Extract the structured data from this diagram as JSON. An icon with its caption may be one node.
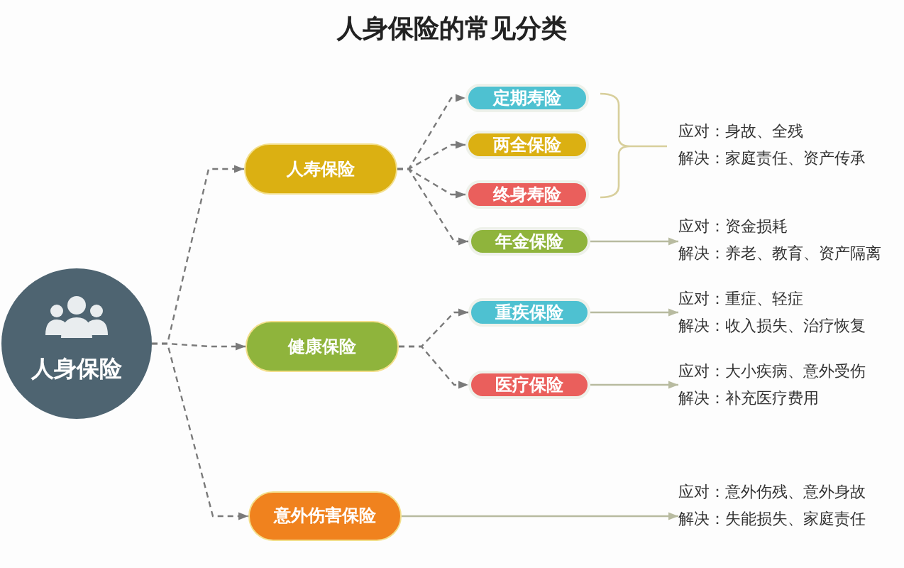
{
  "diagram": {
    "title": "人身保险的常见分类",
    "nodes": [
      {
        "text": [
          "人身保险"
        ]
      },
      {
        "text": [
          "人寿保险"
        ]
      },
      {
        "text": [
          "定期寿险"
        ]
      },
      {
        "text": [
          "两全保险"
        ]
      },
      {
        "text": [
          "终身寿险"
        ]
      },
      {
        "text": [
          "年金保险"
        ]
      },
      {
        "text": [
          "应对：资金损耗",
          "解决：养老、教育、资产隔离"
        ]
      },
      {
        "text": [
          "健康保险"
        ]
      },
      {
        "text": [
          "重疾保险"
        ]
      },
      {
        "text": [
          "应对：重症、轻症",
          "解决：收入损失、治疗恢复"
        ]
      },
      {
        "text": [
          "医疗保险"
        ]
      },
      {
        "text": [
          "应对：大小疾病、意外受伤",
          "解决：补充医疗费用"
        ]
      },
      {
        "text": [
          "意外伤害保险"
        ]
      },
      {
        "text": [
          "应对：意外伤残、意外身故",
          "解决：失能损失、家庭责任"
        ]
      }
    ],
    "edges": [
      {
        "from": 0,
        "to": 1,
        "arrow": "to",
        "style": "dashed"
      },
      {
        "from": 0,
        "to": 7,
        "arrow": "to",
        "style": "dashed"
      },
      {
        "from": 0,
        "to": 12,
        "arrow": "to",
        "style": "dashed"
      },
      {
        "from": 1,
        "to": 2,
        "arrow": "to",
        "style": "dashed"
      },
      {
        "from": 1,
        "to": 3,
        "arrow": "to",
        "style": "dashed"
      },
      {
        "from": 1,
        "to": 4,
        "arrow": "to",
        "style": "dashed"
      },
      {
        "from": 1,
        "to": 5,
        "arrow": "to",
        "style": "dashed"
      },
      {
        "from": 5,
        "to": 6,
        "arrow": "to",
        "color": "#b8bba0"
      },
      {
        "from": 7,
        "to": 8,
        "arrow": "to",
        "style": "dashed"
      },
      {
        "from": 7,
        "to": 10,
        "arrow": "to",
        "style": "dashed"
      },
      {
        "from": 8,
        "to": 9,
        "arrow": "to",
        "color": "#b8bba0"
      },
      {
        "from": 10,
        "to": 11,
        "arrow": "to",
        "color": "#b8bba0"
      },
      {
        "from": 12,
        "to": 13,
        "arrow": "to",
        "color": "#b8bba0"
      }
    ],
    "labels": [
      "应对：身故、全残",
      "解决：家庭责任、资产传承"
    ]
  }
}
